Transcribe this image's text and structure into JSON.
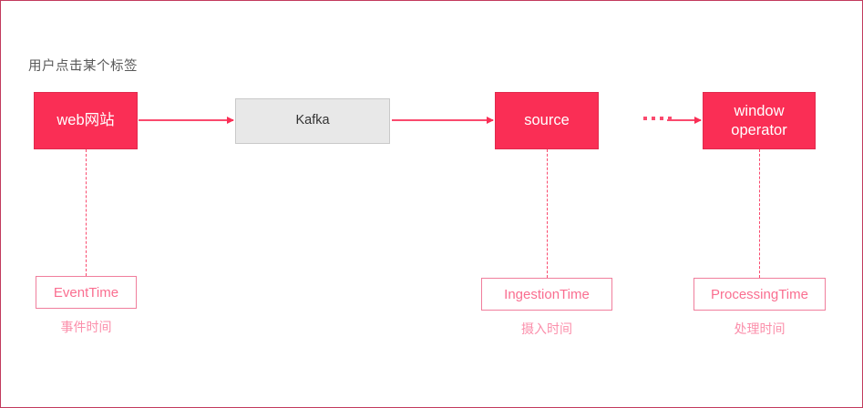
{
  "diagram": {
    "caption": "用户点击某个标签",
    "nodes": [
      {
        "id": "web",
        "label": "web网站"
      },
      {
        "id": "kafka",
        "label": "Kafka"
      },
      {
        "id": "source",
        "label": "source"
      },
      {
        "id": "window",
        "line1": "window",
        "line2": "operator"
      }
    ],
    "ellipsis": {
      "name": "ellipsis-dots",
      "dot_count": 4
    },
    "time_labels": [
      {
        "id": "eventtime",
        "label": "EventTime",
        "subcaption": "事件时间"
      },
      {
        "id": "ingestiontime",
        "label": "IngestionTime",
        "subcaption": "摄入时间"
      },
      {
        "id": "processingtime",
        "label": "ProcessingTime",
        "subcaption": "处理时间"
      }
    ],
    "colors": {
      "accent_pink": "#fa2e55",
      "arrow_pink": "#fa4a6e",
      "label_pink": "#fa6e90",
      "subcaption_pink": "#fb8fab",
      "box_border_pink": "#f07e9c",
      "kafka_fill": "#e8e8e8",
      "kafka_border": "#c9c9c9",
      "caption_gray": "#595959",
      "canvas_border": "#c23a5d",
      "background": "#ffffff"
    }
  }
}
